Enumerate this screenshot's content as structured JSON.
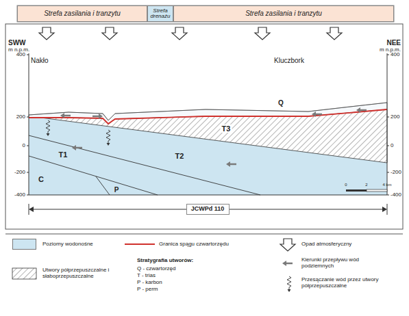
{
  "diagram": {
    "nodes": [
      {
        "text": [
          "Strefa zasilania i tranzytu"
        ]
      },
      {
        "text": [
          "Strefa drenażu"
        ]
      },
      {
        "text": [
          "Strefa zasilania i tranzytu"
        ]
      },
      {
        "text": [
          "JCWPd 110"
        ]
      }
    ],
    "labels": [
      "SWW",
      "m n.p.m.",
      "NEE",
      "m n.p.m.",
      "400",
      "200",
      "0",
      "-200",
      "-400",
      "400",
      "200",
      "0",
      "-200",
      "-400",
      "Nakło",
      "Kluczbork",
      "Q",
      "T3",
      "T2",
      "T1",
      "C",
      "P",
      "0",
      "2",
      "4 km",
      "Stratygrafia utworów:",
      "Q - czwartorzęd",
      "T - trias",
      "P - karbon",
      "P - perm"
    ],
    "legend": [
      {
        "text": "Poziomy wodonośne",
        "color": "#cde5f1"
      },
      {
        "text": "Utwory półprzepuszczalne i słaboprzepuszczalne"
      },
      {
        "text": "Granica spągu czwartorzędu"
      },
      {
        "text": "Opad atmosferyczny"
      },
      {
        "text": "Kierunki przepływu wód podziemnych"
      },
      {
        "text": "Przesączanie wód przez utwory półprzepuszczalne"
      }
    ]
  }
}
